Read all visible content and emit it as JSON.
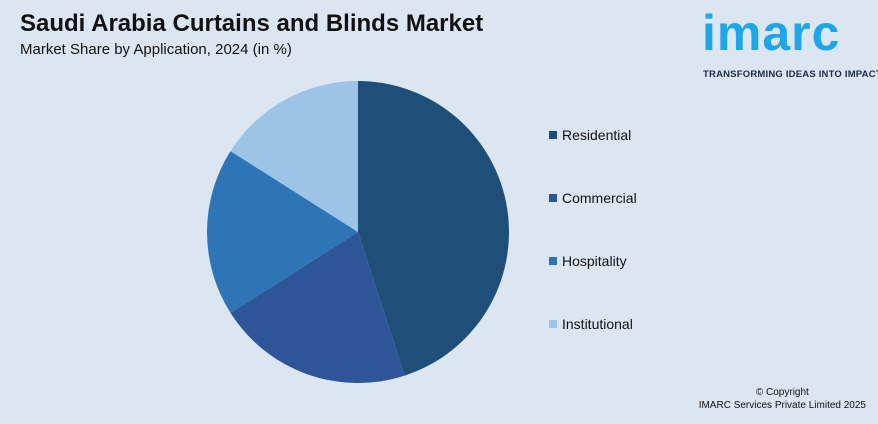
{
  "title": "Saudi Arabia Curtains and Blinds Market",
  "subtitle": "Market Share by Application, 2024 (in %)",
  "logo": {
    "word": "imarc",
    "tagline": "TRANSFORMING IDEAS INTO IMPACT"
  },
  "copyright": {
    "line1": "© Copyright",
    "line2": "IMARC Services Private Limited 2025"
  },
  "chart_data": {
    "type": "pie",
    "categories": [
      "Residential",
      "Commercial",
      "Hospitality",
      "Institutional"
    ],
    "values": [
      45,
      21,
      18,
      16
    ],
    "colors": [
      "#1f4e79",
      "#2e5597",
      "#2e75b6",
      "#9dc3e6"
    ],
    "legend": "right"
  }
}
